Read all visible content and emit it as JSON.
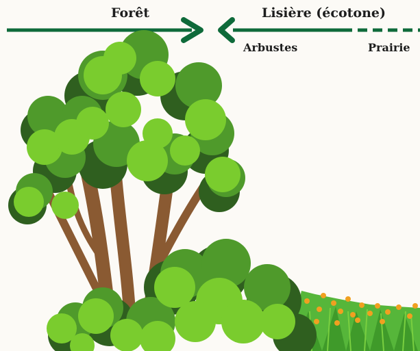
{
  "labels": {
    "forest": "Forêt",
    "edge": "Lisière (écotone)",
    "shrubs": "Arbustes",
    "meadow": "Prairie"
  },
  "colors": {
    "arrow": "#0e6a3a",
    "leaf_light": "#7acc2e",
    "leaf_mid": "#4f9a2b",
    "leaf_dark": "#2f5f1f",
    "trunk": "#8a5a32",
    "flower": "#f0a020",
    "grass": "#56b63a",
    "background": "#fcfaf6"
  }
}
